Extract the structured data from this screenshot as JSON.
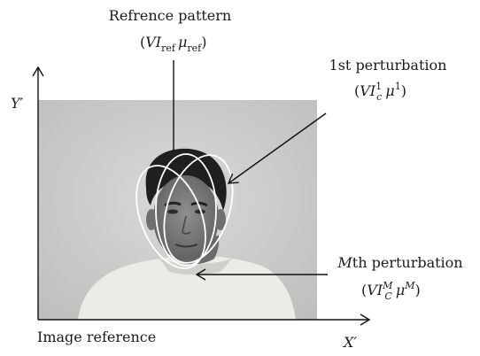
{
  "labels": {
    "reference_title": "Refrence pattern",
    "reference_formula": {
      "open": "(",
      "v": "VI",
      "sub1": "ref",
      "mu": "μ",
      "sub2": "ref",
      "close": ")"
    },
    "first_title": "1st perturbation",
    "first_formula": {
      "open": "(",
      "v": "VI",
      "sup": "1",
      "sub": "c",
      "mu": "μ",
      "musup": "1",
      "close": ")"
    },
    "mth_title_prefix": "M",
    "mth_title_suffix": "th perturbation",
    "mth_formula": {
      "open": "(",
      "v": "VI",
      "sup": "M",
      "sub": "C",
      "mu": "μ",
      "musup": "M",
      "close": ")"
    },
    "y_axis": "Y′",
    "x_axis": "X′",
    "image_reference": "Image reference"
  },
  "photo": {
    "description_icon": "face-photo-icon"
  },
  "colors": {
    "background": "#ffffff",
    "axis": "#111111",
    "ellipse": "#ffffff",
    "wall": "#cfcfcd",
    "sweater": "#e9e9e6"
  }
}
